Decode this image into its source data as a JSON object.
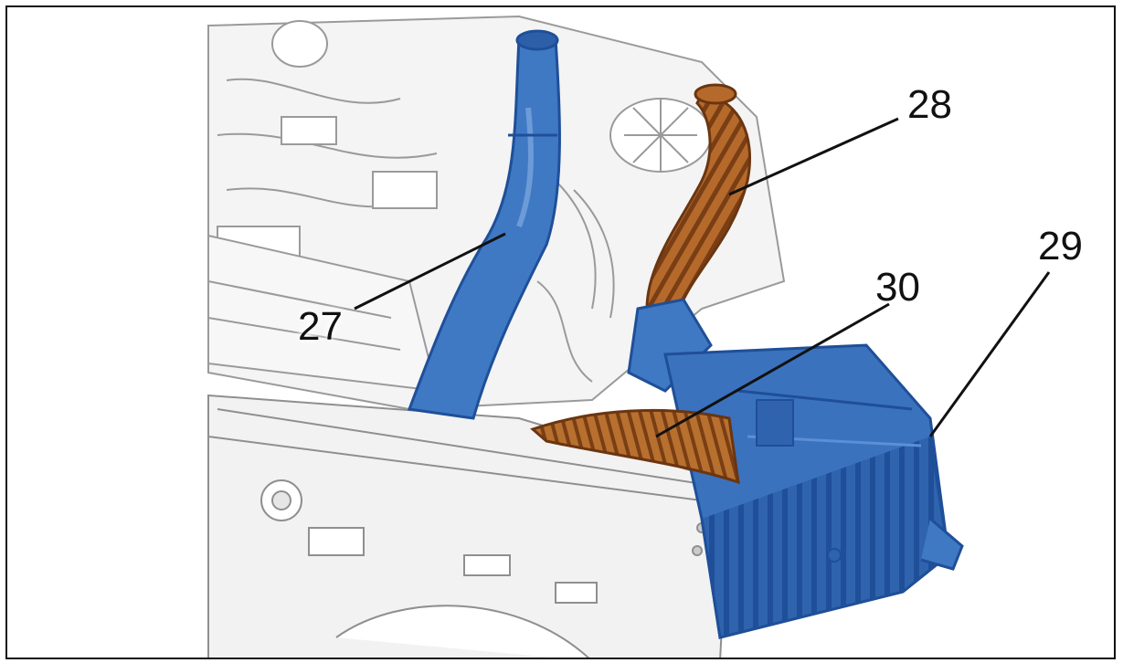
{
  "diagram": {
    "callouts": [
      {
        "id": "hose-27",
        "number": "27"
      },
      {
        "id": "duct-28",
        "number": "28"
      },
      {
        "id": "airbox-29",
        "number": "29"
      },
      {
        "id": "duct-30",
        "number": "30"
      }
    ],
    "colors": {
      "hose_blue": "#3f79c4",
      "hose_blue_dark": "#1f4f98",
      "duct_brown": "#b56a2c",
      "duct_brown_dark": "#7a3e14",
      "engine_line": "#9a9a9a",
      "engine_fill": "#f2f2f2"
    }
  }
}
